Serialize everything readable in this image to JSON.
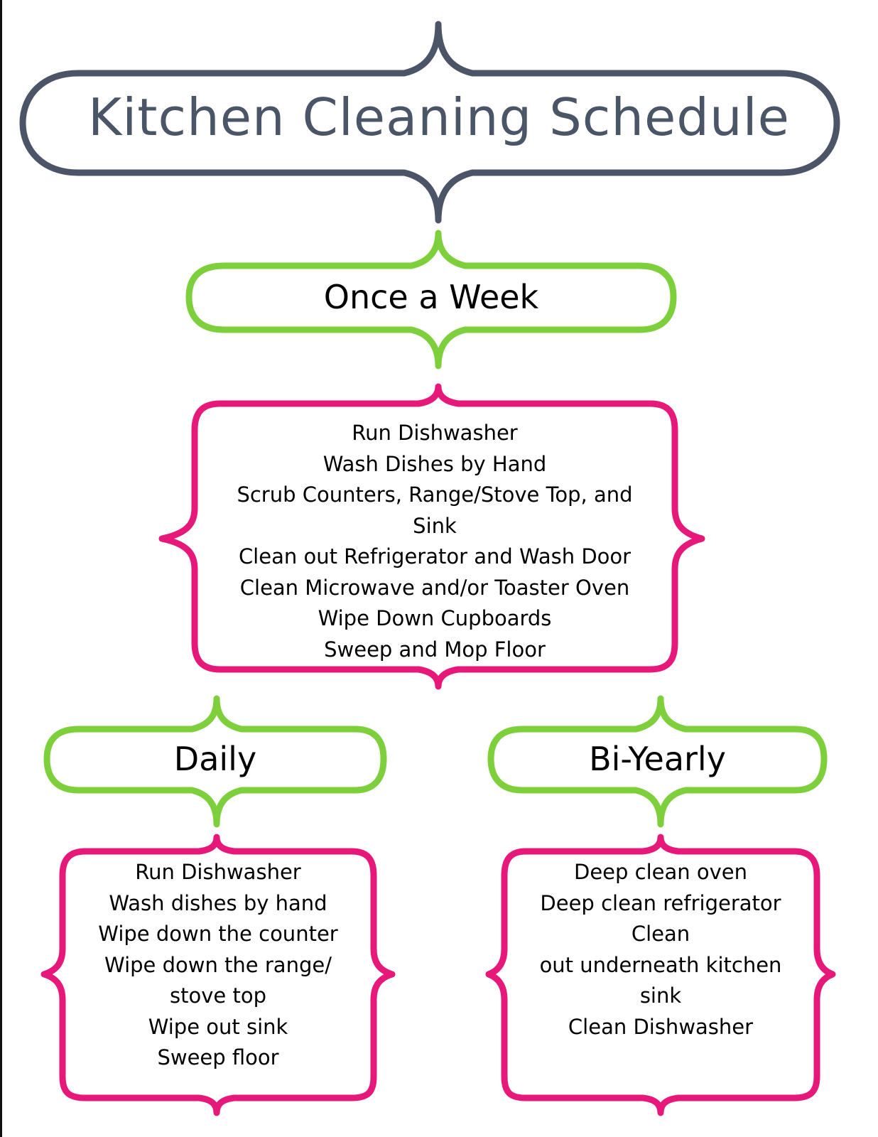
{
  "title": "Kitchen Cleaning Schedule",
  "colors": {
    "title_frame": "#4b5567",
    "header_frame": "#7dcf3c",
    "list_frame": "#e6197a",
    "text": "#000000"
  },
  "sections": {
    "weekly": {
      "label": "Once a Week",
      "items": [
        "Run Dishwasher",
        "Wash Dishes by Hand",
        "Scrub Counters, Range/Stove Top, and",
        "Sink",
        "Clean out Refrigerator and Wash Door",
        "Clean Microwave and/or Toaster Oven",
        "Wipe Down Cupboards",
        "Sweep and Mop Floor"
      ]
    },
    "daily": {
      "label": "Daily",
      "items": [
        "Run Dishwasher",
        "Wash dishes by hand",
        "Wipe down the counter",
        "Wipe down the range/",
        "stove top",
        "Wipe out sink",
        "Sweep floor"
      ]
    },
    "biyearly": {
      "label": "Bi-Yearly",
      "items": [
        "Deep clean oven",
        "Deep clean refrigerator",
        "Clean",
        "out underneath kitchen",
        "sink",
        "Clean Dishwasher"
      ]
    }
  }
}
